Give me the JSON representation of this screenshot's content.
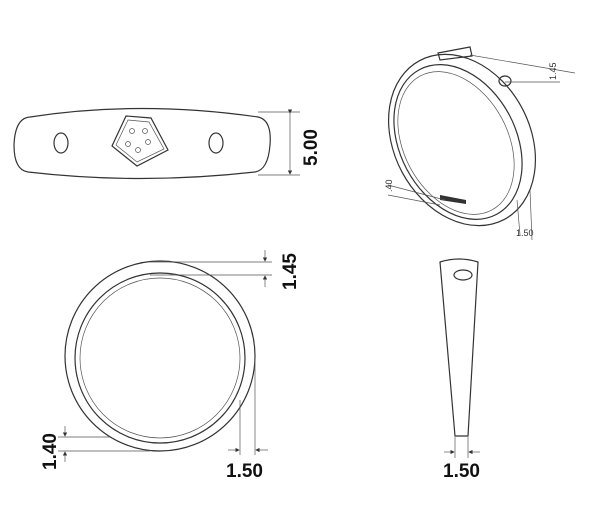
{
  "title": "Ring technical drawing",
  "views": {
    "top": {
      "dimension": "5.00"
    },
    "front": {
      "top_thickness": "1.45",
      "bottom_thickness": "1.40",
      "width": "1.50"
    },
    "side": {
      "width": "1.50"
    },
    "isometric": {
      "top_label": "1.45",
      "bottom_label": ".40",
      "width_label": "1.50"
    }
  },
  "colors": {
    "line": "#333333",
    "text": "#111111"
  }
}
